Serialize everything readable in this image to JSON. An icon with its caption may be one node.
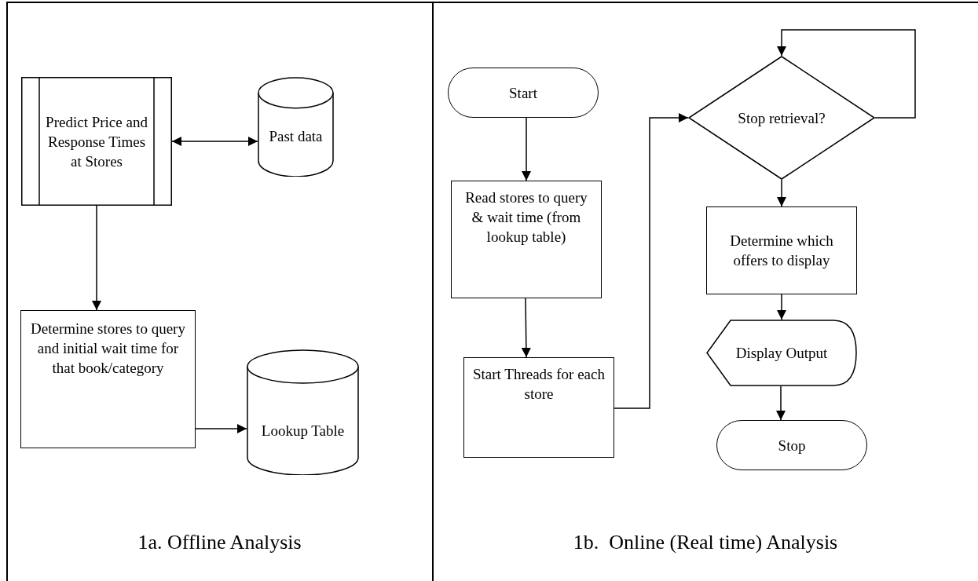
{
  "diagram": {
    "nodes": [
      {
        "text": [
          "Predict Price and Response Times at Stores"
        ]
      },
      {
        "text": [
          "Past data"
        ]
      },
      {
        "text": [
          "Determine stores to query and initial wait time for that book/category"
        ]
      },
      {
        "text": [
          "Lookup Table"
        ]
      },
      {
        "text": [
          "Start"
        ]
      },
      {
        "text": [
          "Read stores to query & wait time (from lookup table)"
        ]
      },
      {
        "text": [
          "Start Threads for each store"
        ]
      },
      {
        "text": [
          "Stop retrieval?"
        ]
      },
      {
        "text": [
          "Determine which offers to display"
        ]
      },
      {
        "text": [
          "Display Output"
        ]
      },
      {
        "text": [
          "Stop"
        ]
      }
    ],
    "edges": [
      {
        "from": 0,
        "to": 1,
        "arrow": "both"
      },
      {
        "from": 0,
        "to": 2,
        "arrow": "to"
      },
      {
        "from": 2,
        "to": 3,
        "arrow": "to"
      },
      {
        "from": 4,
        "to": 5,
        "arrow": "to"
      },
      {
        "from": 5,
        "to": 6,
        "arrow": "to"
      },
      {
        "from": 6,
        "to": 7,
        "arrow": "to"
      },
      {
        "from": 7,
        "to": 7,
        "arrow": "to"
      },
      {
        "from": 7,
        "to": 8,
        "arrow": "to"
      },
      {
        "from": 8,
        "to": 9,
        "arrow": "to"
      },
      {
        "from": 9,
        "to": 10,
        "arrow": "to"
      }
    ],
    "labels": [
      "1a. Offline Analysis",
      "1b.  Online (Real time) Analysis"
    ]
  }
}
